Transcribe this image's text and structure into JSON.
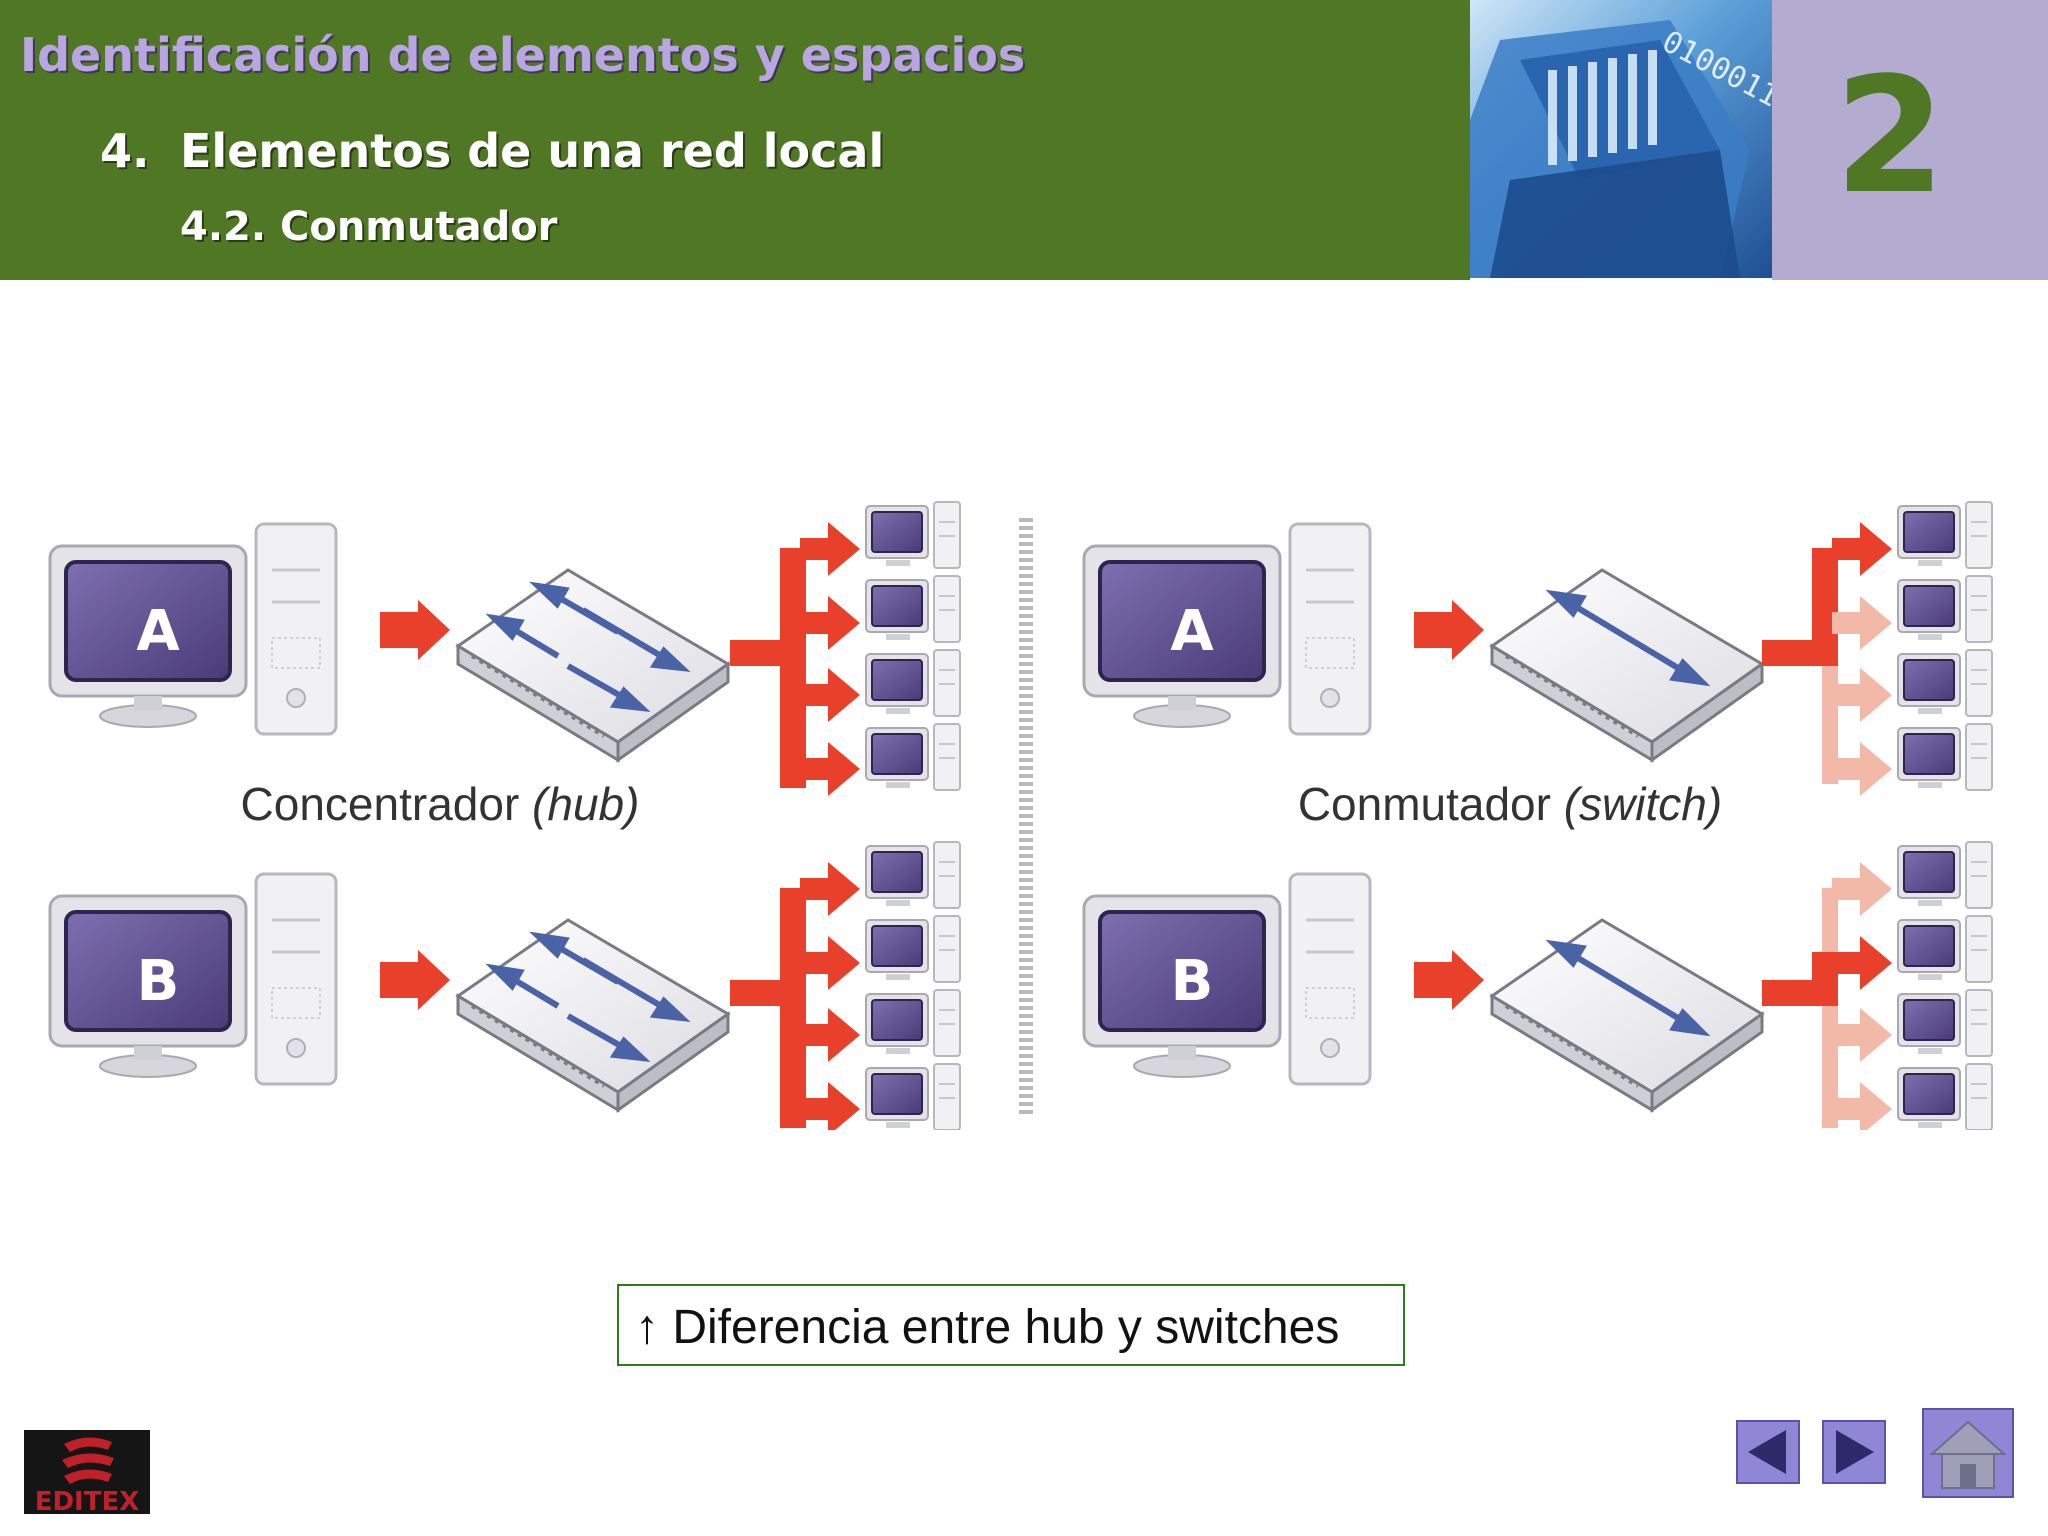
{
  "header": {
    "title": "Identificación de elementos y espacios",
    "section_number": "4.",
    "section_title": "Elementos de una red local",
    "subsection_title": "4.2. Conmutador",
    "photo_binary_text": "0100011",
    "chapter_number": "2"
  },
  "figure": {
    "hub_label_main": "Concentrador ",
    "hub_label_italic": "(hub)",
    "switch_label_main": "Conmutador ",
    "switch_label_italic": "(switch)",
    "station_a": "A",
    "station_b": "B"
  },
  "caption": {
    "text": "↑ Diferencia entre hub y switches"
  },
  "logo": {
    "text": "EDITEX"
  },
  "colors": {
    "header_green": "#4f7724",
    "title_lavender": "#b9a6e0",
    "chapter_box": "#b3acd0",
    "arrow_red": "#e8402a",
    "arrow_faded": "#f2b8a8",
    "monitor_purple": "#5a4a85",
    "link_blue": "#4a63a6",
    "caption_border": "#2f7a1e",
    "nav_button": "#8f86d6"
  },
  "icons": {
    "prev": "arrow-left-icon",
    "next": "arrow-right-icon",
    "home": "home-icon"
  }
}
